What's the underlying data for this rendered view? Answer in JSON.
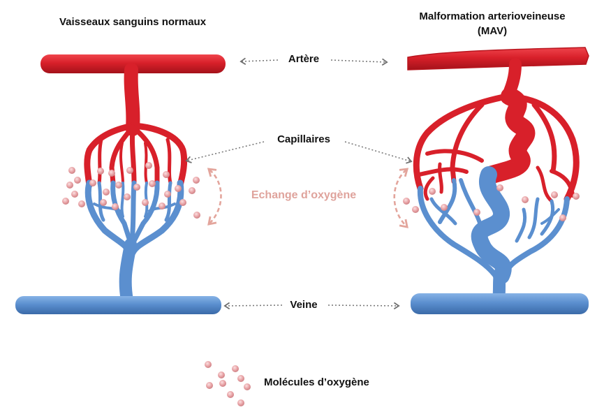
{
  "titles": {
    "normal": "Vaisseaux sanguins normaux",
    "avm_line1": "Malformation arterioveineuse",
    "avm_line2": "(MAV)"
  },
  "labels": {
    "artery": "Artère",
    "capillaries": "Capillaires",
    "exchange": "Echange d’oxygène",
    "vein": "Veine"
  },
  "legend": {
    "oxygen_molecules": "Molécules d’oxygène"
  },
  "colors": {
    "artery": "#d8202a",
    "artery_dark": "#9c1017",
    "vein": "#5b8fcf",
    "vein_dark": "#33619e",
    "oxygen": "#e8a3a6",
    "arrow_gray": "#7b7b7b",
    "exchange_arrow": "#e3a59c"
  }
}
